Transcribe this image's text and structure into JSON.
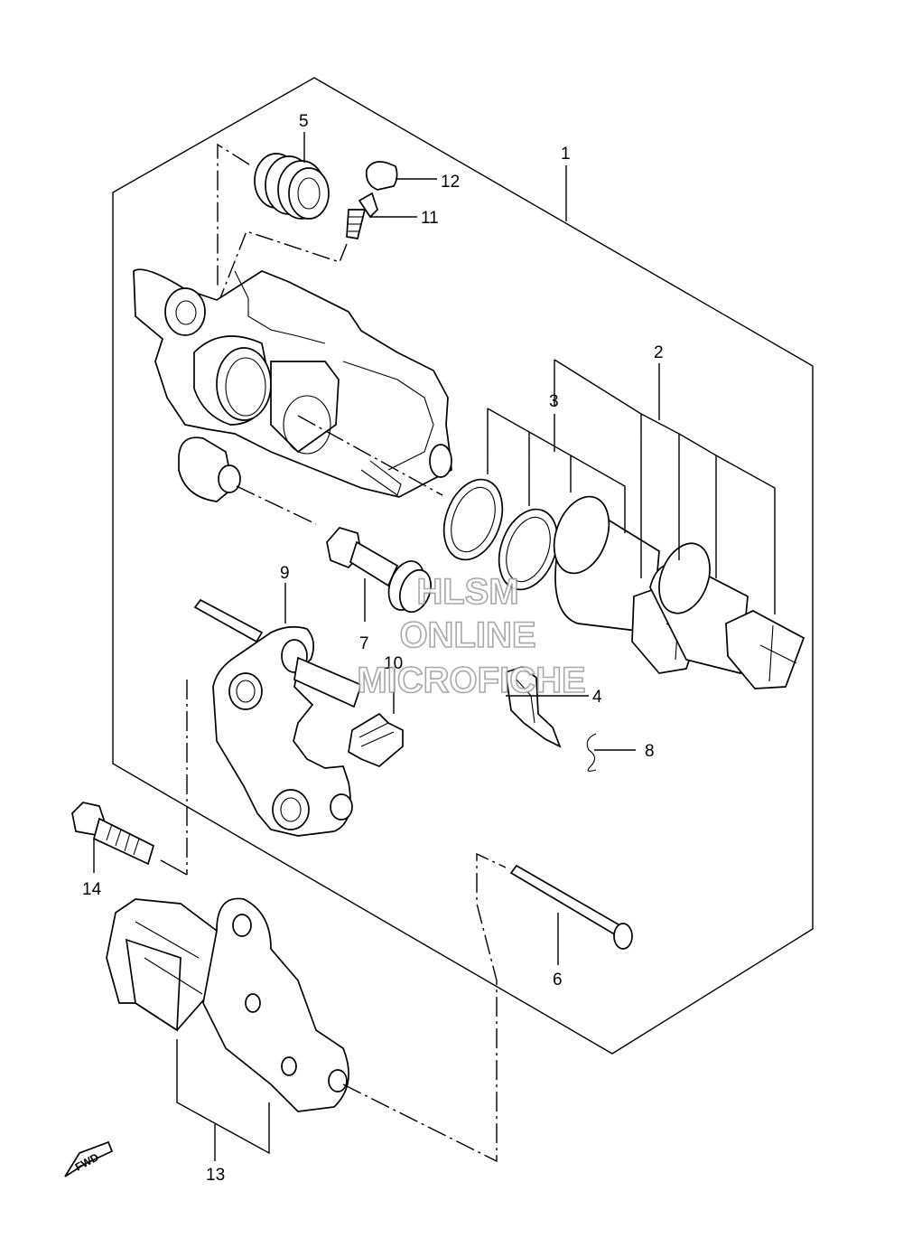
{
  "callouts": {
    "c1": "1",
    "c2": "2",
    "c3": "3",
    "c4": "4",
    "c5": "5",
    "c6": "6",
    "c7": "7",
    "c8": "8",
    "c9": "9",
    "c10": "10",
    "c11": "11",
    "c12": "12",
    "c13": "13",
    "c14": "14"
  },
  "watermark": {
    "line1": "HLSM",
    "line2": "ONLINE",
    "line3": "MICROFICHE"
  },
  "direction_badge": "FWD"
}
